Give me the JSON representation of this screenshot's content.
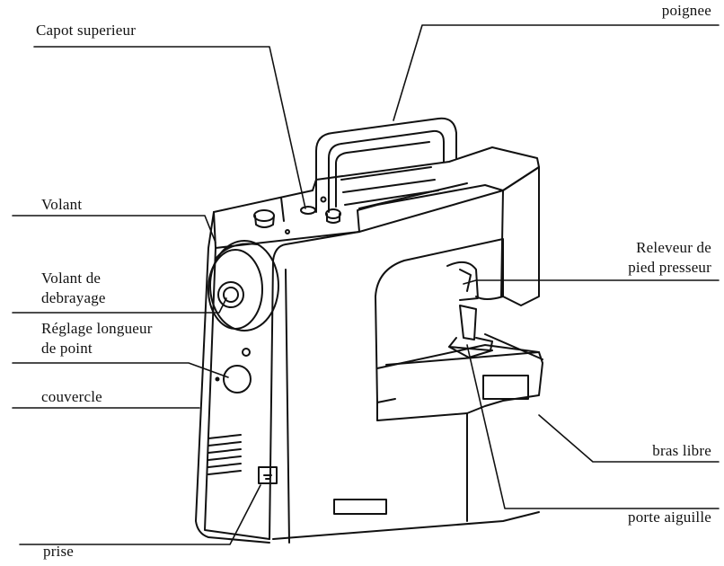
{
  "labels": {
    "capot_superieur": "Capot superieur",
    "poignee": "poignee",
    "volant": "Volant",
    "volant_debrayage_l1": "Volant  de",
    "volant_debrayage_l2": "debrayage",
    "reglage_l1": "Réglage longueur",
    "reglage_l2": "de point",
    "couvercle": "couvercle",
    "prise": "prise",
    "releveur_l1": "Releveur de",
    "releveur_l2": "pied presseur",
    "bras_libre": "bras libre",
    "porte_aiguille": "porte aiguille"
  },
  "colors": {
    "ink": "#111111",
    "background": "#ffffff"
  }
}
